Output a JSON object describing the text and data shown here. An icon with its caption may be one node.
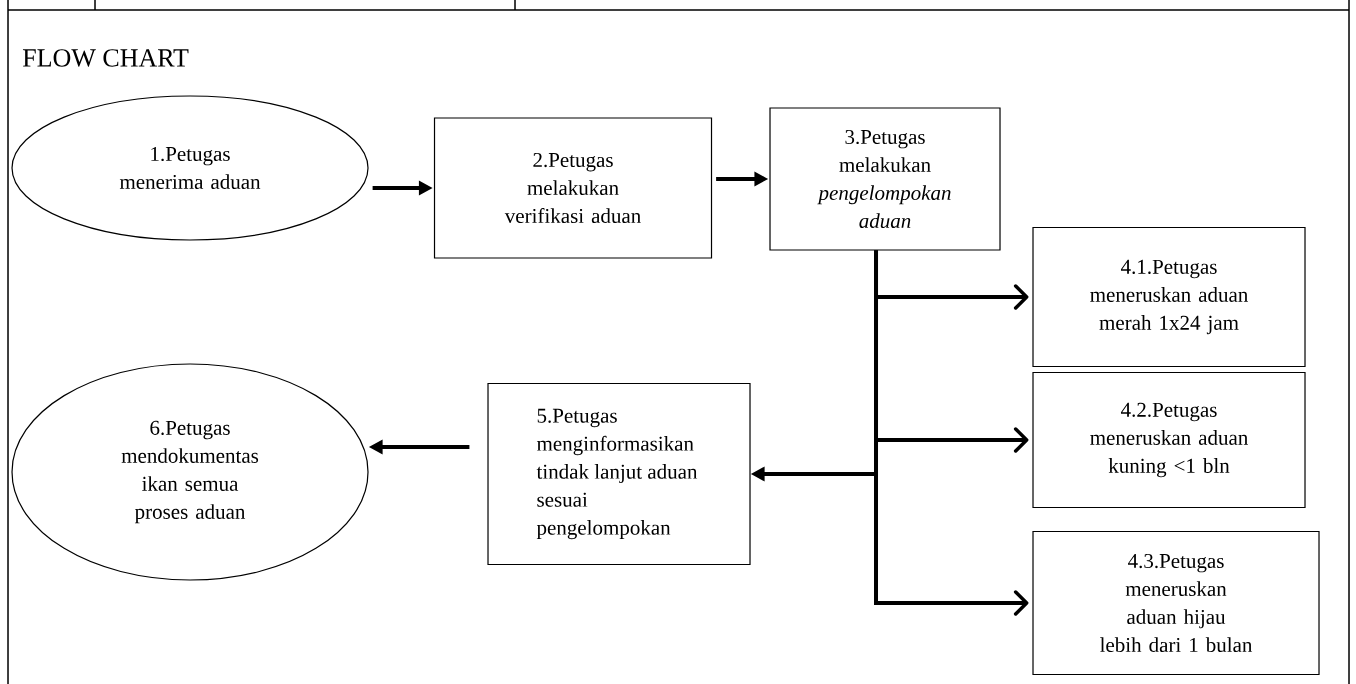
{
  "diagram": {
    "title": "FLOW CHART",
    "nodes": [
      {
        "text": [
          "1.Petugas menerima aduan"
        ]
      },
      {
        "text": [
          "2.Petugas melakukan verifikasi aduan"
        ]
      },
      {
        "text": [
          "3.Petugas melakukan *pengelompokan aduan*"
        ]
      },
      {
        "text": [
          "4.1.Petugas meneruskan aduan merah 1x24 jam"
        ]
      },
      {
        "text": [
          "4.2.Petugas meneruskan aduan kuning <1 bln"
        ]
      },
      {
        "text": [
          "4.3.Petugas meneruskan aduan hijau lebih dari 1 bulan"
        ]
      },
      {
        "text": [
          "5.Petugas menginformasikan tindak lanjut aduan sesuai pengelompokan"
        ]
      },
      {
        "text": [
          "6.Petugas mendokumentas ikan semua proses aduan"
        ]
      }
    ],
    "edges": [
      {
        "from": 0,
        "to": 1,
        "arrow": "to"
      },
      {
        "from": 1,
        "to": 2,
        "arrow": "to"
      },
      {
        "from": 2,
        "to": 3,
        "arrow": "to"
      },
      {
        "from": 2,
        "to": 4,
        "arrow": "to"
      },
      {
        "from": 2,
        "to": 5,
        "arrow": "to"
      },
      {
        "from": 2,
        "to": 6,
        "arrow": "to"
      },
      {
        "from": 6,
        "to": 7,
        "arrow": "to"
      }
    ]
  }
}
